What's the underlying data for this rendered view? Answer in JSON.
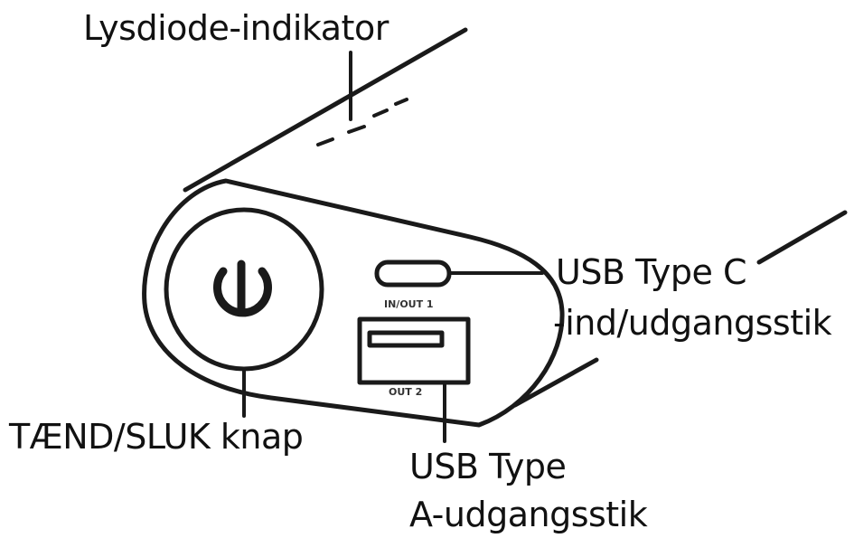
{
  "labels": {
    "led": "Lysdiode-indikator",
    "power": "TÆND/SLUK knap",
    "usbc_line1": "USB Type C",
    "usbc_line2": "-ind/udgangsstik",
    "usba_line1": "USB Type",
    "usba_line2": "A-udgangsstik"
  },
  "port_markings": {
    "usbc": "IN/OUT 1",
    "usba": "OUT 2"
  },
  "icons": {
    "power": "power-icon"
  },
  "colors": {
    "ink": "#1a1a1a",
    "background": "#ffffff"
  }
}
